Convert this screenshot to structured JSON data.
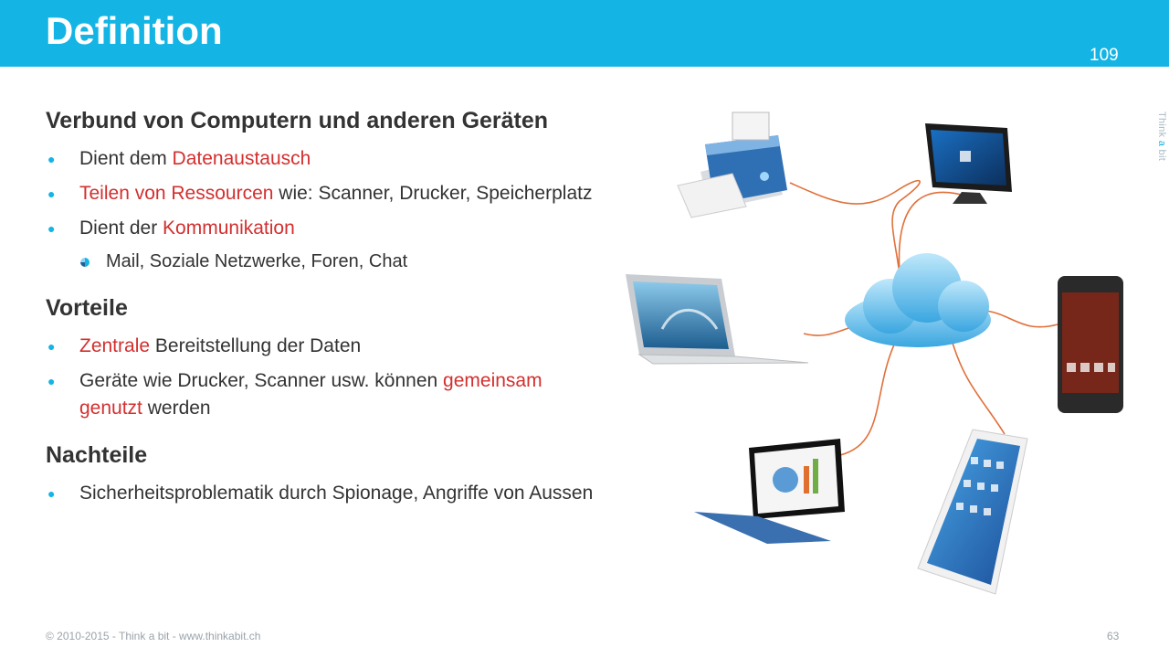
{
  "header": {
    "title": "Definition",
    "slide_number": "109"
  },
  "brand": {
    "vertical_pre": "Think ",
    "vertical_a": "a",
    "vertical_post": " bit"
  },
  "sections": [
    {
      "heading": "Verbund von Computern und anderen Geräten",
      "items": [
        {
          "parts": [
            "Dient dem ",
            "Datenaustausch"
          ]
        },
        {
          "parts": [
            "Teilen von Ressourcen",
            " wie: Scanner, Drucker, Speicherplatz"
          ]
        },
        {
          "parts": [
            "Dient der ",
            "Kommunikation"
          ]
        },
        {
          "sub": "Mail, Soziale Netzwerke, Foren, Chat"
        }
      ]
    },
    {
      "heading": "Vorteile",
      "items": [
        {
          "parts": [
            "Zentrale",
            " Bereitstellung der Daten"
          ]
        },
        {
          "parts": [
            "Geräte wie Drucker, Scanner usw. können ",
            "gemeinsam genutzt",
            " werden"
          ]
        }
      ]
    },
    {
      "heading": "Nachteile",
      "items": [
        {
          "parts": [
            "Sicherheitsproblematik durch Spionage, Angriffe von Aussen"
          ]
        }
      ]
    }
  ],
  "footer": {
    "left": "© 2010-2015 - Think a bit - www.thinkabit.ch",
    "page": "63"
  },
  "colors": {
    "accent": "#14b4e4",
    "highlight": "#d32f2f",
    "cable": "#e0703a"
  },
  "icons": [
    "printer-icon",
    "desktop-monitor-icon",
    "laptop-icon",
    "cloud-icon",
    "smartphone-icon",
    "tablet-icon",
    "convertible-tablet-icon",
    "bullet-dot-icon"
  ]
}
